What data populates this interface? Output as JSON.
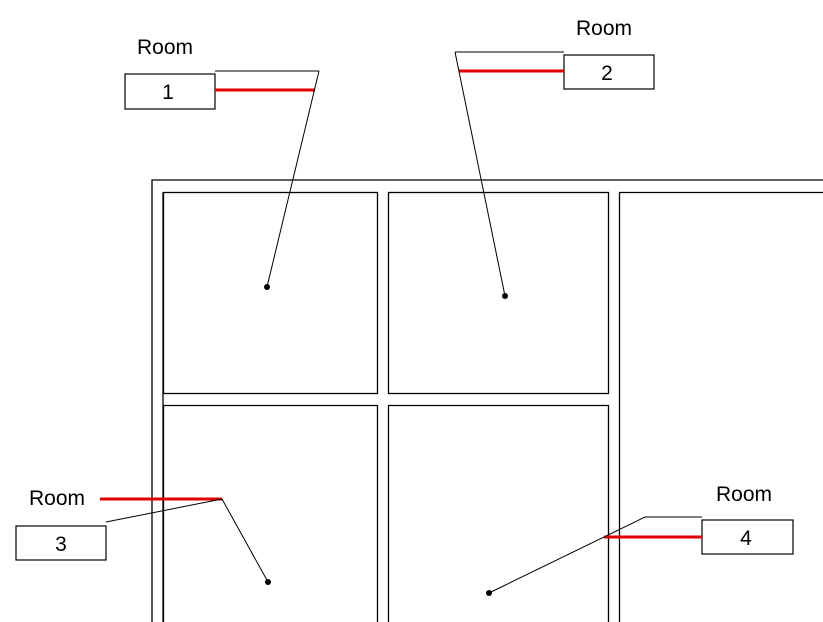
{
  "colors": {
    "line": "#000000",
    "highlight": "#e00000",
    "background": "#ffffff"
  },
  "room_tags": [
    {
      "label": "Room",
      "number": "1"
    },
    {
      "label": "Room",
      "number": "2"
    },
    {
      "label": "Room",
      "number": "3"
    },
    {
      "label": "Room",
      "number": "4"
    }
  ]
}
